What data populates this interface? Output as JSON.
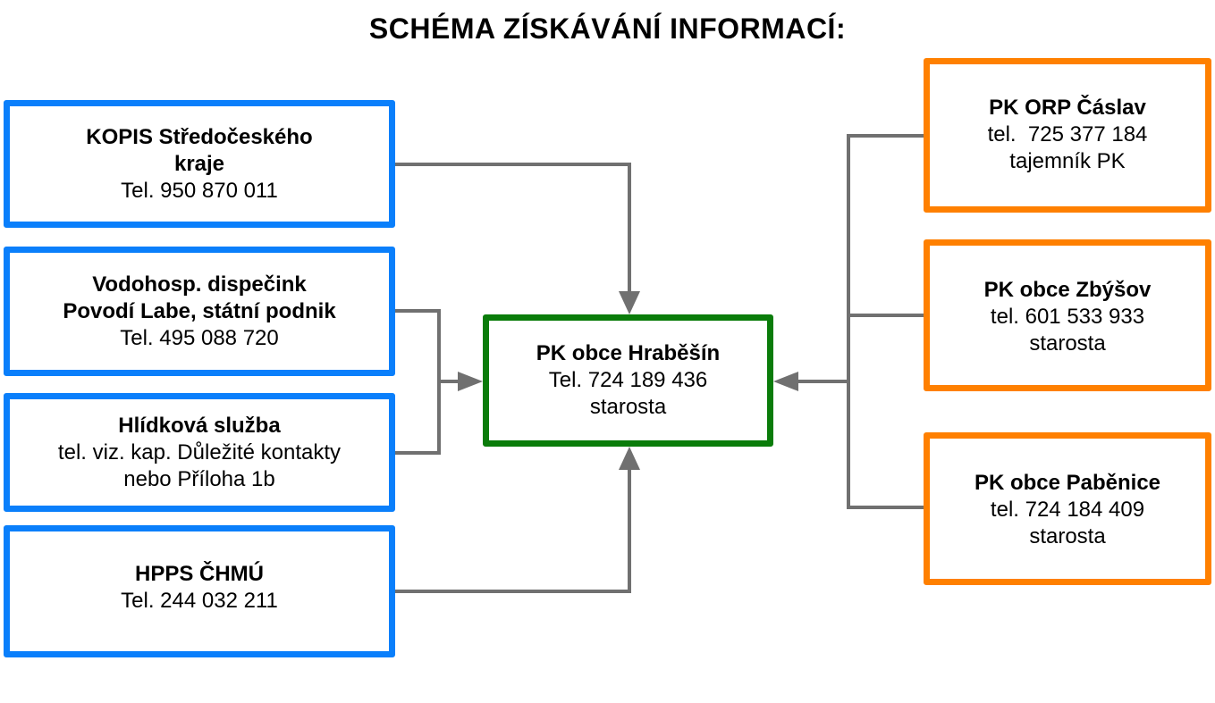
{
  "title": "SCHÉMA ZÍSKÁVÁNÍ INFORMACÍ:",
  "colors": {
    "source": "#0a7ffb",
    "center": "#0a7c0a",
    "neighbor": "#ff8000",
    "connector": "#707070"
  },
  "sources": [
    {
      "name_lines": [
        "KOPIS Středočeského",
        "kraje"
      ],
      "detail_lines": [
        "Tel. 950 870 011"
      ]
    },
    {
      "name_lines": [
        "Vodohosp. dispečink",
        "Povodí Labe, státní podnik"
      ],
      "detail_lines": [
        "Tel. 495 088 720"
      ]
    },
    {
      "name_lines": [
        "Hlídková služba"
      ],
      "detail_lines": [
        "tel. viz. kap. Důležité kontakty",
        "nebo Příloha 1b"
      ]
    },
    {
      "name_lines": [
        "HPPS ČHMÚ"
      ],
      "detail_lines": [
        "Tel. 244 032 211"
      ]
    }
  ],
  "center": {
    "name": "PK obce Hraběšín",
    "phone": "Tel. 724 189 436",
    "role": "starosta"
  },
  "neighbors": [
    {
      "name": "PK ORP Čáslav",
      "phone": "tel.  725 377 184",
      "role": "tajemník PK"
    },
    {
      "name": "PK obce Zbýšov",
      "phone": "tel. 601 533 933",
      "role": "starosta"
    },
    {
      "name": "PK obce Paběnice",
      "phone": "tel. 724 184 409",
      "role": "starosta"
    }
  ]
}
